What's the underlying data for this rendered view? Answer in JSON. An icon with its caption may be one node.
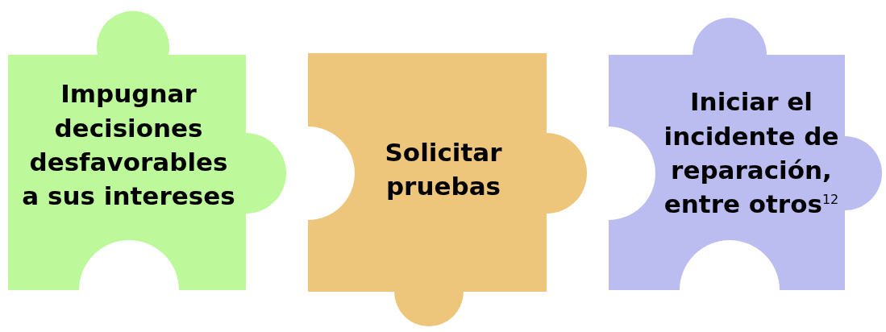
{
  "diagram": {
    "nodes": [
      {
        "text": [
          "Impugnar decisiones desfavorables a sus intereses"
        ]
      },
      {
        "text": [
          "Solicitar pruebas"
        ]
      },
      {
        "text": [
          "Iniciar el incidente de reparación, entre otros$^{12}$"
        ]
      }
    ]
  }
}
